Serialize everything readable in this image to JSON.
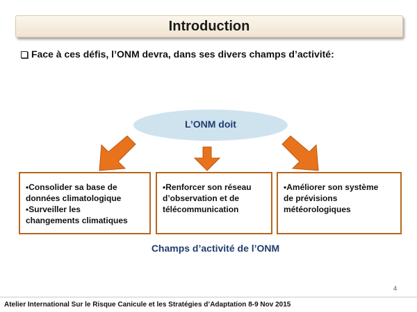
{
  "header": {
    "title": "Introduction"
  },
  "intro": {
    "text": "Face à ces défis, l’ONM devra, dans ses divers champs d’activité:"
  },
  "diagram": {
    "center_label": "L’ONM doit",
    "boxes": [
      {
        "lines": [
          "▪Consolider sa base de",
          "données climatologique",
          "▪Surveiller les",
          "changements climatiques"
        ]
      },
      {
        "lines": [
          "▪Renforcer  son réseau",
          "d’observation et de",
          "télécommunication"
        ]
      },
      {
        "lines": [
          "▪Améliorer son système",
          "de prévisions",
          "météorologiques"
        ]
      }
    ],
    "caption": "Champs d’activité de l’ONM",
    "colors": {
      "arrow": "#e8731c",
      "box_border": "#b7661d",
      "ellipse": "#cfe3ef",
      "caption": "#1f3d6e"
    }
  },
  "page_number": "4",
  "footer": {
    "text": "Atelier International Sur le Risque Canicule et les Stratégies d’Adaptation 8-9 Nov 2015"
  }
}
